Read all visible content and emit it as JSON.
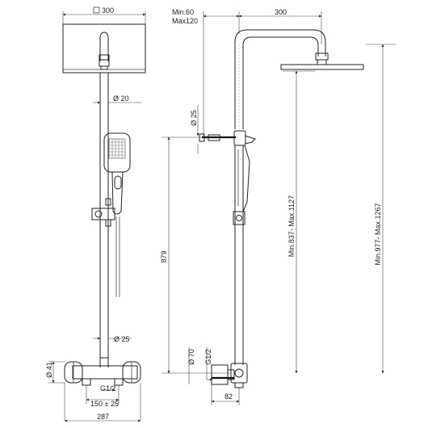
{
  "front_view": {
    "head_size": "300",
    "pipe_dia": "Ø 20",
    "rail_dia": "Ø 25",
    "valve_dia": "Ø 41",
    "inlet": "G1/2",
    "centers": "150 ± 25",
    "width": "287"
  },
  "side_view": {
    "arm_offset_min": "Min.60",
    "arm_offset_max": "Max120",
    "arm_length": "300",
    "bracket_dia": "Ø 25",
    "rail_height": "879",
    "height_range_1": "Min.837- Max.1127",
    "height_range_2": "Min.977- Max.1267",
    "valve_dia": "Ø 70",
    "inlet": "G1/2",
    "depth": "82"
  }
}
